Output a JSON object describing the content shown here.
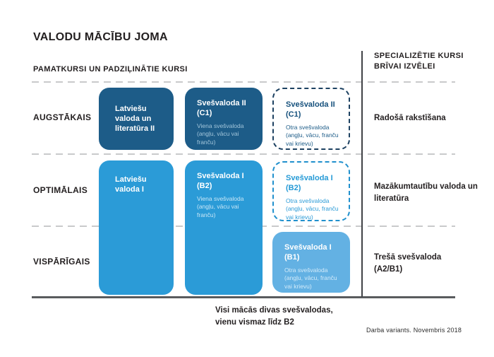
{
  "colors": {
    "dark_blue": "#1d5c88",
    "medium_blue": "#2b9bd7",
    "light_blue": "#63b1e3",
    "body_on_dark": "#a3c6db",
    "body_on_medium": "#c9e7f7",
    "body_on_light": "#d3ebfa",
    "navy_border": "#1d4161",
    "navy_title": "#15507c",
    "navy_body": "#1d5c88",
    "cyan_border": "#2090cd",
    "cyan_title": "#259ad6",
    "cyan_body": "#2b9bd7",
    "line_grey": "#c9cacb",
    "line_dark": "#595b5e",
    "divider_dark": "#404246"
  },
  "header": {
    "title": "VALODU MĀCĪBU JOMA",
    "left_header": "PAMATKURSI UN PADZIĻINĀTIE KURSI",
    "right_header": "SPECIALIZĒTIE KURSI BRĪVAI IZVĒLEI"
  },
  "rows": [
    {
      "label": "AUGSTĀKAIS"
    },
    {
      "label": "OPTIMĀLAIS"
    },
    {
      "label": "VISPĀRĪGAIS"
    }
  ],
  "boxes": {
    "latviesu_ii": {
      "title": "Latviešu valoda un literatūra II"
    },
    "svesvaloda_ii_c1": {
      "title": "Svešvaloda II (C1)",
      "body": "Viena svešvaloda (angļu, vācu vai franču)"
    },
    "svesvaloda_ii_c1_otra": {
      "title": "Svešvaloda II (C1)",
      "body": "Otra svešvaloda (angļu, vācu, franču vai krievu)"
    },
    "latviesu_i": {
      "title": "Latviešu valoda I"
    },
    "svesvaloda_i_b2": {
      "title": "Svešvaloda I (B2)",
      "body": "Viena svešvaloda (angļu, vācu vai franču)"
    },
    "svesvaloda_i_b2_otra": {
      "title": "Svešvaloda I (B2)",
      "body": "Otra svešvaloda (angļu, vācu, franču vai krievu)"
    },
    "svesvaloda_i_b1": {
      "title": "Svešvaloda I (B1)",
      "body": "Otra svešvaloda (angļu, vācu, franču vai krievu)"
    }
  },
  "right_items": [
    "Radošā rakstīšana",
    "Mazākumtautību valoda un literatūra",
    "Trešā svešvaloda (A2/B1)"
  ],
  "footer": {
    "note_line1": "Visi mācās divas svešvalodas,",
    "note_line2": "vienu vismaz līdz B2",
    "credit": "Darba variants. Novembris 2018"
  }
}
